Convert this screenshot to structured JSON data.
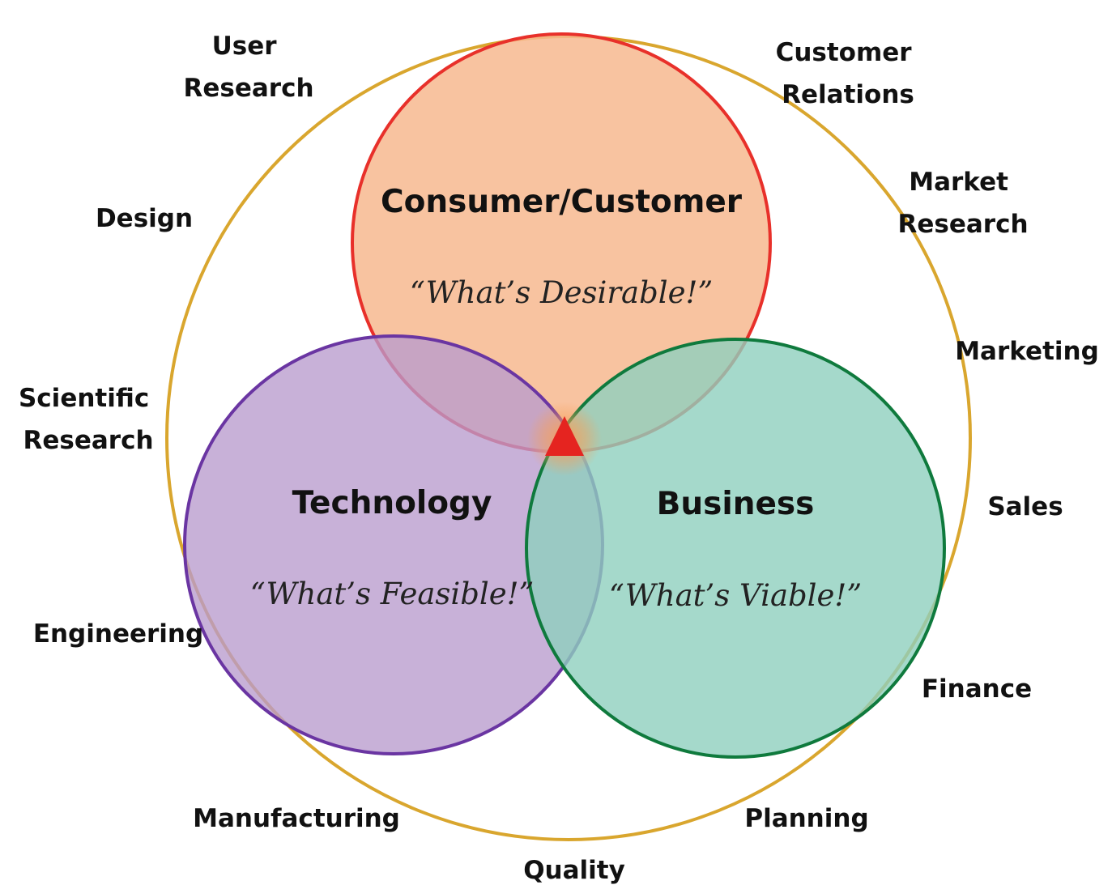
{
  "circles": {
    "consumer": {
      "label": "Consumer/Customer",
      "tagline": "“What’s Desirable!”",
      "fill": "#f7b98f",
      "stroke": "#e8302a"
    },
    "technology": {
      "label": "Technology",
      "tagline": "“What’s Feasible!”",
      "fill": "#b99bcd",
      "stroke": "#6a35a2"
    },
    "business": {
      "label": "Business",
      "tagline": "“What’s Viable!”",
      "fill": "#8ecfbe",
      "stroke": "#0f7a3d"
    }
  },
  "outer_ring": {
    "stroke": "#d9a62e"
  },
  "center_marker": {
    "fill": "#e52420",
    "glow": "#f5a05a"
  },
  "functions": {
    "user_research": [
      "User",
      "Research"
    ],
    "customer_relations": [
      "Customer",
      "Relations"
    ],
    "design": [
      "Design"
    ],
    "market_research": [
      "Market",
      "Research"
    ],
    "marketing": [
      "Marketing"
    ],
    "scientific_research": [
      "Scientific",
      "Research"
    ],
    "sales": [
      "Sales"
    ],
    "engineering": [
      "Engineering"
    ],
    "finance": [
      "Finance"
    ],
    "manufacturing": [
      "Manufacturing"
    ],
    "planning": [
      "Planning"
    ],
    "quality": [
      "Quality"
    ]
  }
}
